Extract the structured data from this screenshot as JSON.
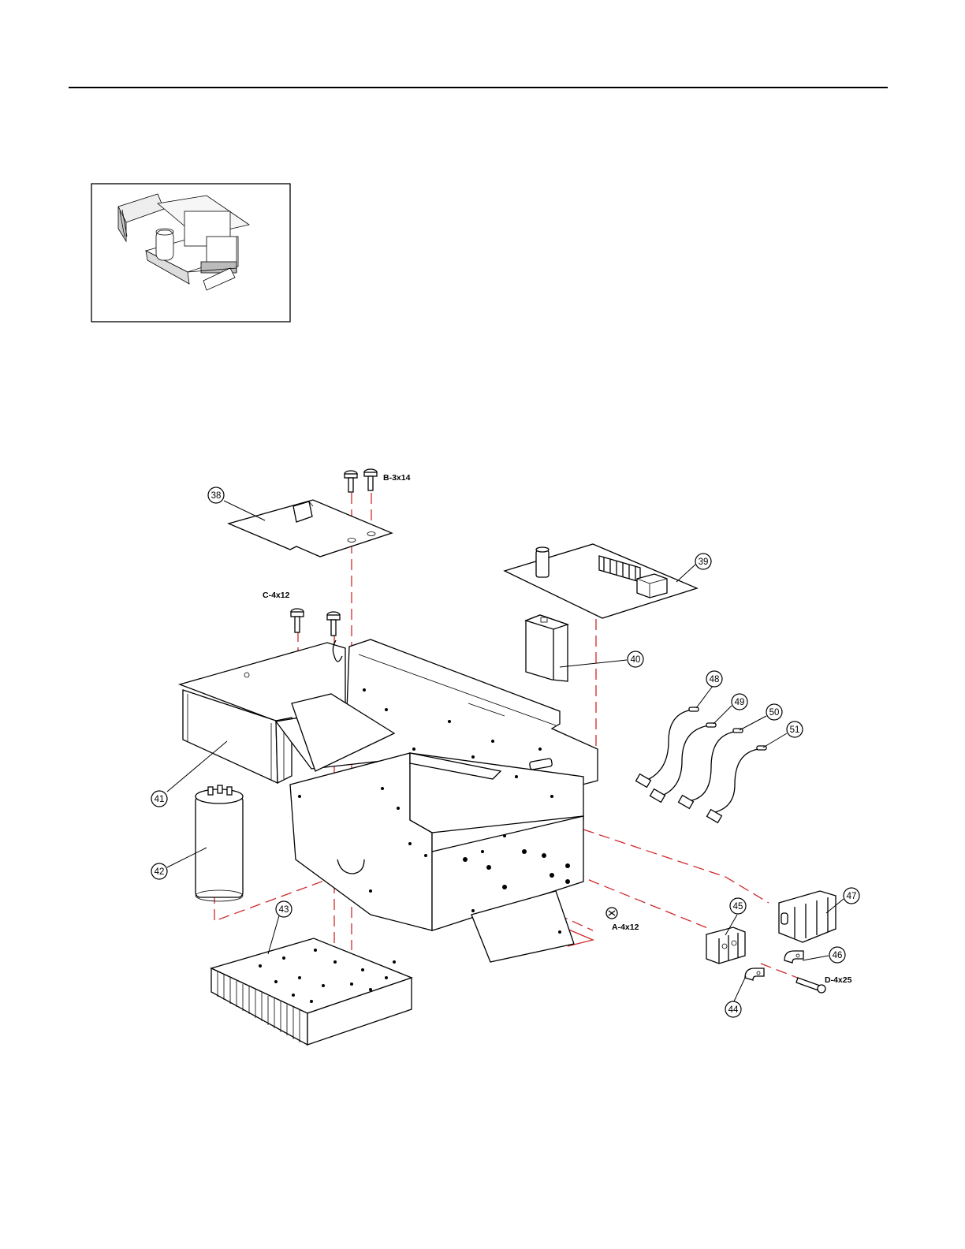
{
  "colors": {
    "leader_line": "#d0282a",
    "line_art": "#000000",
    "background": "#ffffff"
  },
  "callouts": {
    "c38": "38",
    "c39": "39",
    "c40": "40",
    "c41": "41",
    "c42": "42",
    "c43": "43",
    "c44": "44",
    "c45": "45",
    "c46": "46",
    "c47": "47",
    "c48": "48",
    "c49": "49",
    "c50": "50",
    "c51": "51"
  },
  "fasteners": {
    "b": "B-3x14",
    "c": "C-4x12",
    "a": "A-4x12",
    "d": "D-4x25"
  }
}
